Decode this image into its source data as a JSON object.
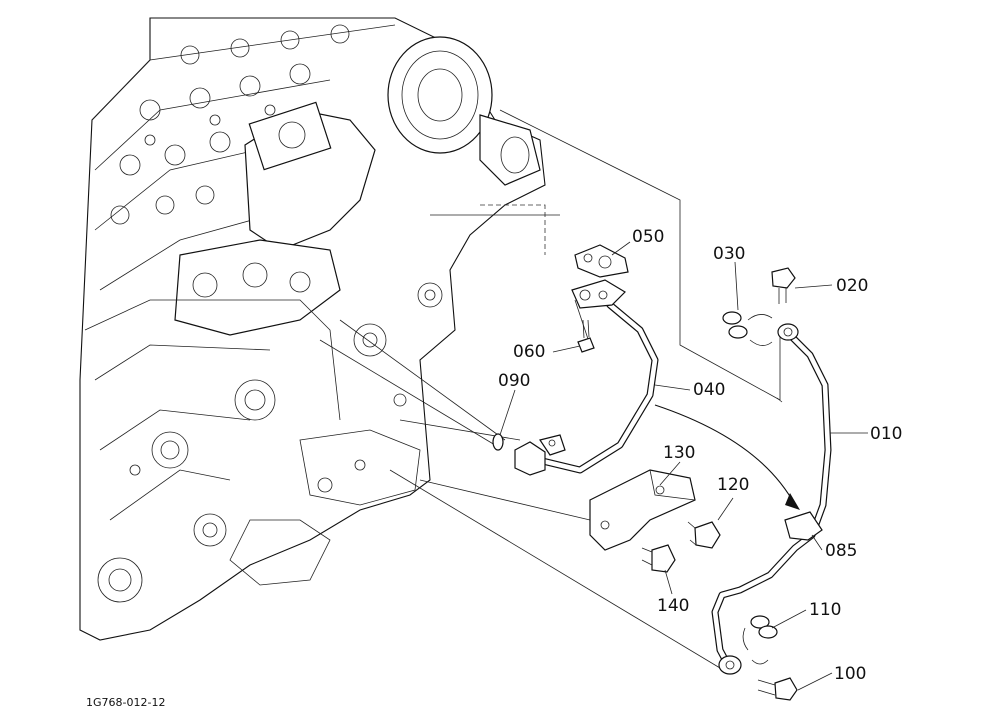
{
  "figure_code": "1G768-012-12",
  "callouts": [
    {
      "id": "010",
      "text": "010"
    },
    {
      "id": "020",
      "text": "020"
    },
    {
      "id": "030",
      "text": "030"
    },
    {
      "id": "040",
      "text": "040"
    },
    {
      "id": "050",
      "text": "050"
    },
    {
      "id": "060",
      "text": "060"
    },
    {
      "id": "085",
      "text": "085"
    },
    {
      "id": "090",
      "text": "090"
    },
    {
      "id": "100",
      "text": "100"
    },
    {
      "id": "110",
      "text": "110"
    },
    {
      "id": "120",
      "text": "120"
    },
    {
      "id": "130",
      "text": "130"
    },
    {
      "id": "140",
      "text": "140"
    }
  ]
}
